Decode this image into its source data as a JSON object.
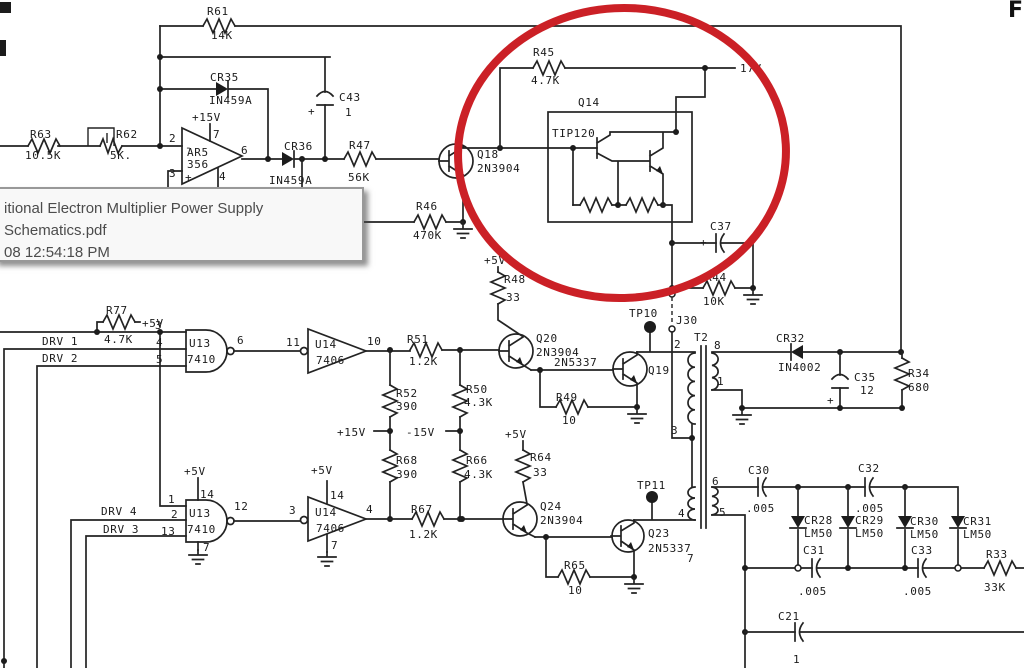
{
  "tooltip": {
    "line1": "itional Electron Multiplier Power Supply Schematics.pdf",
    "line2": "08 12:54:18 PM"
  },
  "annotation": {
    "type": "ellipse",
    "color": "#cb2026"
  },
  "fragments": {
    "top_right": "F"
  },
  "supplies": {
    "p15": "+15V",
    "m15": "-15V",
    "p5": "+5V",
    "v17": "17V"
  },
  "ics": {
    "ar5": {
      "ref": "AR5",
      "part": "356"
    },
    "u13": {
      "ref": "U13",
      "part": "7410"
    },
    "u14": {
      "ref": "U14",
      "part": "7406"
    },
    "q14": {
      "ref": "Q14",
      "part": "TIP120"
    }
  },
  "parts": {
    "r61": {
      "ref": "R61",
      "val": "14K"
    },
    "cr35": {
      "ref": "CR35",
      "val": "IN459A"
    },
    "c43": {
      "ref": "C43",
      "val": "1"
    },
    "r63": {
      "ref": "R63",
      "val": "10.5K"
    },
    "r62": {
      "ref": "R62",
      "val": "5K."
    },
    "cr36": {
      "ref": "CR36",
      "val": "IN459A"
    },
    "r47": {
      "ref": "R47",
      "val": "56K"
    },
    "q18": {
      "ref": "Q18",
      "val": "2N3904"
    },
    "r46": {
      "ref": "R46",
      "val": "470K"
    },
    "r45": {
      "ref": "R45",
      "val": "4.7K"
    },
    "c37": {
      "ref": "C37"
    },
    "r44": {
      "ref": "R44",
      "val": "10K"
    },
    "r77": {
      "ref": "R77",
      "val": "4.7K"
    },
    "r51": {
      "ref": "R51",
      "val": "1.2K"
    },
    "r52": {
      "ref": "R52",
      "val": "390"
    },
    "r50": {
      "ref": "R50",
      "val": "4.3K"
    },
    "r68": {
      "ref": "R68",
      "val": "390"
    },
    "r66": {
      "ref": "R66",
      "val": "4.3K"
    },
    "r48": {
      "ref": "R48",
      "val": "33"
    },
    "r64": {
      "ref": "R64",
      "val": "33"
    },
    "r67": {
      "ref": "R67",
      "val": "1.2K"
    },
    "q20": {
      "ref": "Q20",
      "val": "2N3904"
    },
    "q24": {
      "ref": "Q24",
      "val": "2N3904"
    },
    "q19": {
      "ref": "Q19",
      "val": "2N5337"
    },
    "q23": {
      "ref": "Q23",
      "val": "2N5337"
    },
    "r49": {
      "ref": "R49",
      "val": "10"
    },
    "r65": {
      "ref": "R65",
      "val": "10"
    },
    "cr32": {
      "ref": "CR32",
      "val": "IN4002"
    },
    "c35": {
      "ref": "C35",
      "val": "12"
    },
    "r34": {
      "ref": "R34",
      "val": "680"
    },
    "c30": {
      "ref": "C30",
      "val": ".005"
    },
    "c32": {
      "ref": "C32",
      "val": ".005"
    },
    "c31": {
      "ref": "C31",
      "val": ".005"
    },
    "c33": {
      "ref": "C33",
      "val": ".005"
    },
    "cr28": {
      "ref": "CR28",
      "val": "LM50"
    },
    "cr29": {
      "ref": "CR29",
      "val": "LM50"
    },
    "cr30": {
      "ref": "CR30",
      "val": "LM50"
    },
    "cr31": {
      "ref": "CR31",
      "val": "LM50"
    },
    "r33": {
      "ref": "R33",
      "val": "33K"
    },
    "c21": {
      "ref": "C21",
      "val": "1"
    }
  },
  "signals": {
    "drv1": "DRV 1",
    "drv2": "DRV 2",
    "drv3": "DRV 3",
    "drv4": "DRV 4",
    "tp10": "TP10",
    "tp11": "TP11",
    "j30": "J30",
    "t2": "T2"
  },
  "pins": {
    "p1": "1",
    "p2": "2",
    "p3": "3",
    "p4": "4",
    "p5": "5",
    "p6": "6",
    "p7": "7",
    "p8": "8",
    "p10": "10",
    "p11": "11",
    "p12": "12",
    "p13": "13",
    "p14": "14",
    "plus": "+",
    "minus": "-"
  }
}
